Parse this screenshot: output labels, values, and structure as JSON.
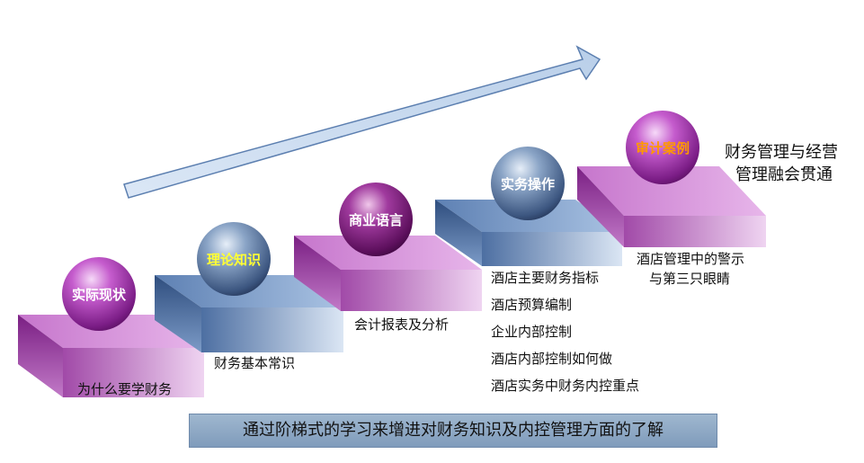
{
  "steps": [
    {
      "title": "实际现状",
      "title_color": "#ffffff",
      "caption": "为什么要学财务"
    },
    {
      "title": "理论知识",
      "title_color": "#ffff33",
      "caption": "财务基本常识"
    },
    {
      "title": "商业语言",
      "title_color": "#ffffff",
      "caption": "会计报表及分析"
    },
    {
      "title": "实务操作",
      "title_color": "#ffffff",
      "items": [
        "酒店主要财务指标",
        "酒店预算编制",
        "企业内部控制",
        "酒店内部控制如何做",
        "酒店实务中财务内控重点"
      ]
    },
    {
      "title": "审计案例",
      "title_color": "#ff9900",
      "caption_lines": [
        "酒店管理中的警示",
        "与第三只眼睛"
      ]
    }
  ],
  "top_right_lines": [
    "财务管理与经营",
    "管理融会贯通"
  ],
  "banner": "通过阶梯式的学习来增进对财务知识及内控管理方面的了解",
  "colors": {
    "purple": "#b84fc0",
    "blue": "#6f93c3",
    "arrow": "#c6d9f0"
  }
}
